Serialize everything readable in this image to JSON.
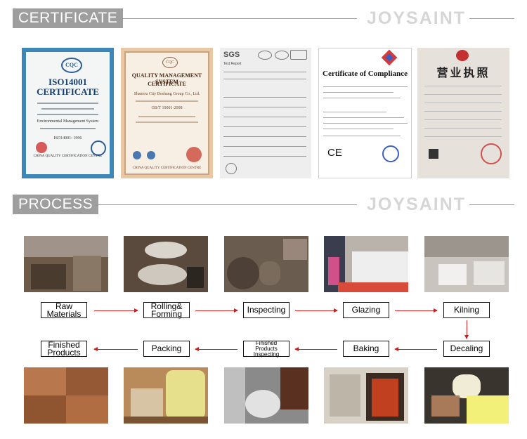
{
  "sections": {
    "certificate": {
      "label": "CERTIFICATE",
      "brand": "JOYSAINT"
    },
    "process": {
      "label": "PROCESS",
      "brand": "JOYSAINT"
    }
  },
  "certificates": [
    {
      "heading_logo": "CQC",
      "title1": "ISO14001",
      "title2": "CERTIFICATE",
      "subtitle": "Environmental Management System",
      "code": "ISO14001: 1996",
      "footer": "CHINA QUALITY CERTIFICATION CENTRE"
    },
    {
      "heading_logo": "CQC",
      "title1": "QUALITY MANAGEMENT SYSTEM",
      "title2": "CERTIFICATE",
      "subtitle": "Shantou City Boshang Group Co., Ltd.",
      "code": "GB/T 19001-2008",
      "footer": "CHINA QUALITY CERTIFICATION CENTRE"
    },
    {
      "heading_logo": "SGS",
      "title1": "Test Report"
    },
    {
      "title1": "Certificate of Compliance",
      "mark": "CE"
    },
    {
      "title1": "营业执照"
    }
  ],
  "process": {
    "steps_row1": [
      "Raw Materials",
      "Rolling& Forming",
      "Inspecting",
      "Glazing",
      "Kilning"
    ],
    "steps_row2": [
      "Finished Products",
      "Packing",
      "Finished Products Inspecting",
      "Baking",
      "Decaling"
    ]
  },
  "colors": {
    "header_bg": "#9e9e9e",
    "arrow": "#cf2020",
    "brand_text": "#d6d6d6"
  }
}
